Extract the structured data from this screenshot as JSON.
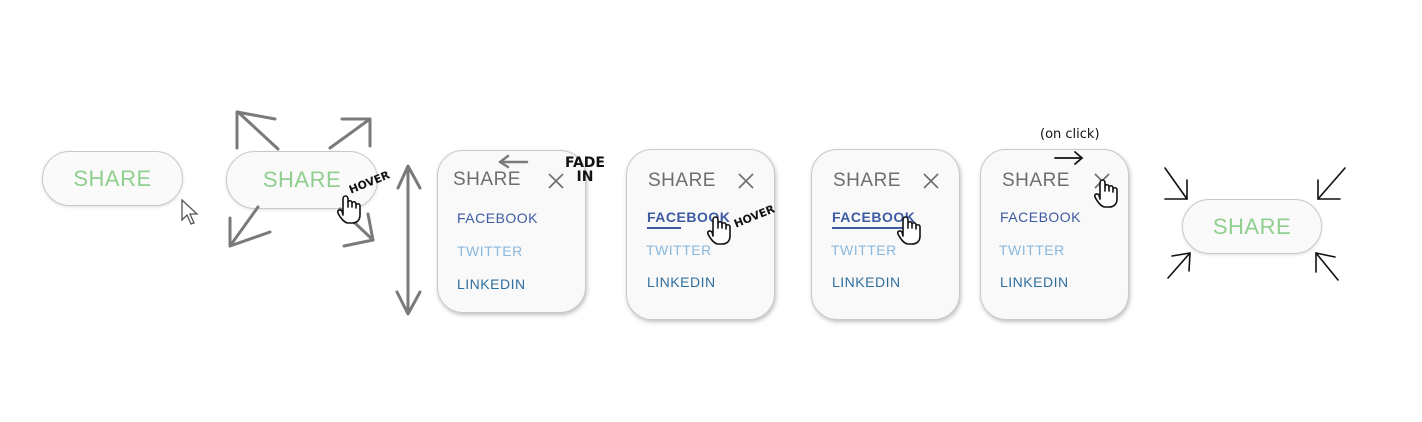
{
  "colors": {
    "share_text": "#8fcf8f",
    "title_text": "#6e6e6e",
    "facebook": "#3d5aa3",
    "twitter": "#8ab8dd",
    "linkedin": "#2f6f9f",
    "arrow_gray": "#7a7a7a",
    "ink": "#111111"
  },
  "steps": {
    "step1": {
      "label": "SHARE"
    },
    "step2": {
      "label": "SHARE",
      "note": "HOVER"
    },
    "step3": {
      "title": "SHARE",
      "note": "FADE IN",
      "links": {
        "facebook": "FACEBOOK",
        "twitter": "TWITTER",
        "linkedin": "LINKEDIN"
      }
    },
    "step4": {
      "title": "SHARE",
      "note": "HOVER",
      "links": {
        "facebook": "FACEBOOK",
        "twitter": "TWITTER",
        "linkedin": "LINKEDIN"
      }
    },
    "step5": {
      "title": "SHARE",
      "links": {
        "facebook": "FACEBOOK",
        "twitter": "TWITTER",
        "linkedin": "LINKEDIN"
      }
    },
    "step6": {
      "title": "SHARE",
      "note": "(on click)",
      "links": {
        "facebook": "FACEBOOK",
        "twitter": "TWITTER",
        "linkedin": "LINKEDIN"
      }
    },
    "step7": {
      "label": "SHARE"
    }
  },
  "icons": {
    "cursor": "arrow-cursor-icon",
    "hand": "hand-pointer-icon",
    "close": "close-icon"
  }
}
